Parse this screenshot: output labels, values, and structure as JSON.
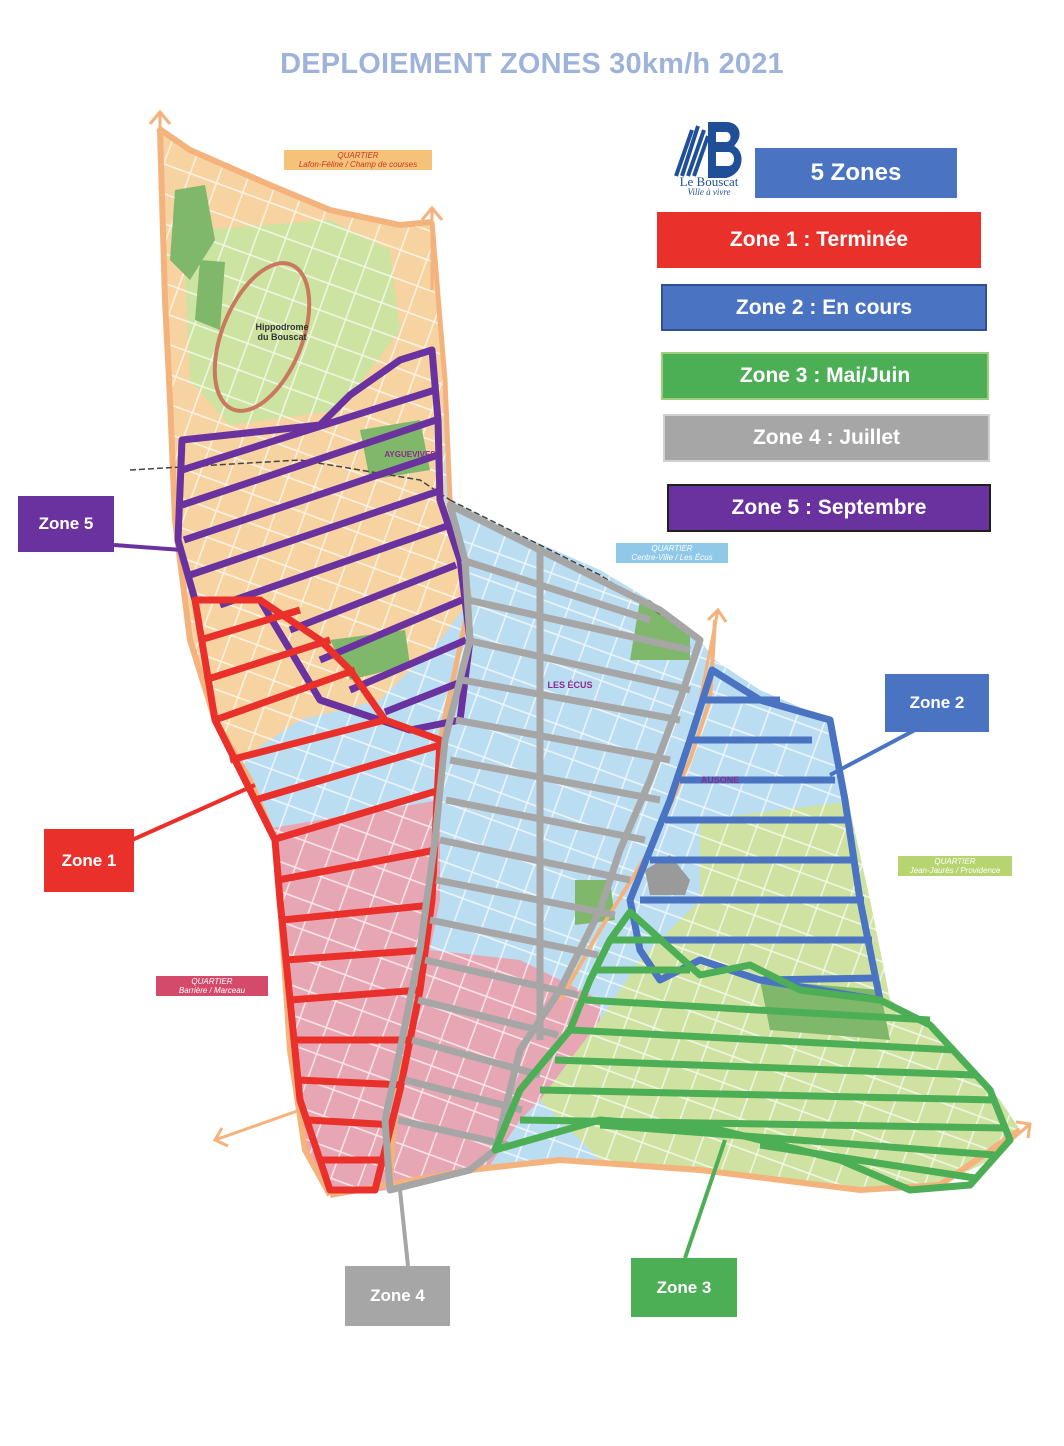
{
  "title": "DEPLOIEMENT ZONES 30km/h 2021",
  "legend": {
    "header": "5 Zones",
    "items": [
      {
        "label": "Zone 1 : Terminée",
        "color": "#E9302A"
      },
      {
        "label": "Zone 2 : En cours",
        "color": "#4A73C2"
      },
      {
        "label": "Zone 3 : Mai/Juin",
        "color": "#4CAE55"
      },
      {
        "label": "Zone 4 : Juillet",
        "color": "#A6A6A6"
      },
      {
        "label": "Zone 5 : Septembre",
        "color": "#6A329F"
      }
    ]
  },
  "logo": {
    "name": "Le Bouscat",
    "tagline": "Ville à vivre"
  },
  "callouts": {
    "zone1": "Zone 1",
    "zone2": "Zone 2",
    "zone3": "Zone 3",
    "zone4": "Zone 4",
    "zone5": "Zone 5"
  },
  "quartiers": {
    "lafon": {
      "kind": "QUARTIER",
      "name": "Lafon-Féline / Champ de courses"
    },
    "centre": {
      "kind": "QUARTIER",
      "name": "Centre-Ville / Les Écus"
    },
    "jean": {
      "kind": "QUARTIER",
      "name": "Jean-Jaurès / Providence"
    },
    "barriere": {
      "kind": "QUARTIER",
      "name": "Barrière / Marceau"
    }
  },
  "places": {
    "hippodrome": "Hippodrome du Bouscat",
    "ausone": "AUSONE",
    "les_ecus": "LES ÉCUS",
    "aygueys": "AYGUEVIVES"
  },
  "colors": {
    "quartier_orange": "#F6D3A0",
    "quartier_blue": "#BBDDF1",
    "quartier_pink": "#E6A6B4",
    "quartier_green": "#CFE2A2",
    "road": "#F4B27C",
    "park": "#7FB86B"
  }
}
